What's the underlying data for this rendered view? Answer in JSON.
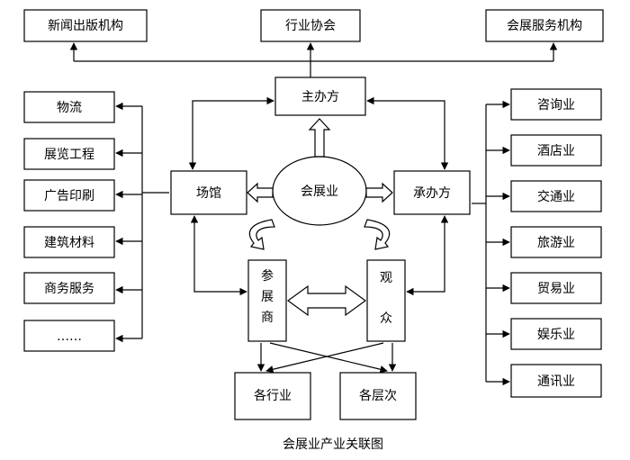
{
  "caption": "会展业产业关联图",
  "top": {
    "news": "新闻出版机构",
    "association": "行业协会",
    "services": "会展服务机构"
  },
  "core": {
    "host": "主办方",
    "center": "会展业",
    "venue": "场馆",
    "organizer": "承办方",
    "exhibitor": [
      "参",
      "展",
      "商"
    ],
    "audience": [
      "观",
      "众"
    ]
  },
  "left": {
    "items": [
      "物流",
      "展览工程",
      "广告印刷",
      "建筑材料",
      "商务服务",
      "……"
    ]
  },
  "right": {
    "items": [
      "咨询业",
      "酒店业",
      "交通业",
      "旅游业",
      "贸易业",
      "娱乐业",
      "通讯业"
    ]
  },
  "bottom": {
    "industries": "各行业",
    "levels": "各层次"
  }
}
